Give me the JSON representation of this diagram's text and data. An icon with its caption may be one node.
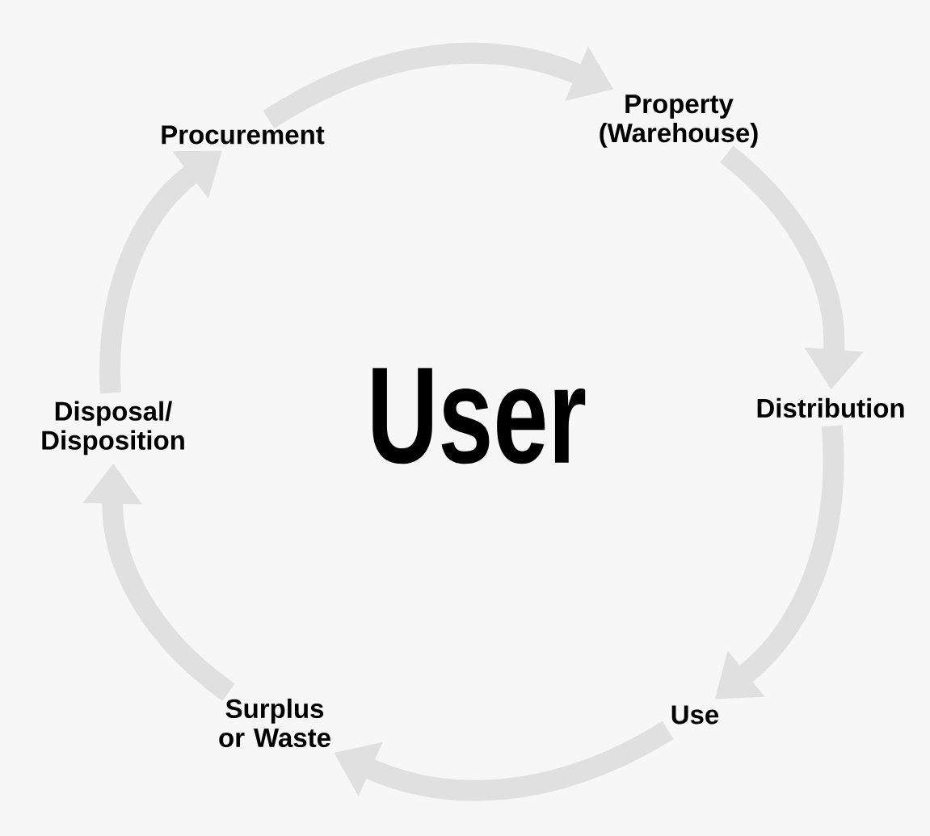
{
  "diagram": {
    "nodes": [
      {
        "text": [
          "Procurement"
        ]
      },
      {
        "text": [
          "Property (Warehouse)"
        ]
      },
      {
        "text": [
          "Distribution"
        ]
      },
      {
        "text": [
          "Use"
        ]
      },
      {
        "text": [
          "Surplus or Waste"
        ]
      },
      {
        "text": [
          "Disposal/ Disposition"
        ]
      }
    ],
    "edges": [
      {
        "from": 0,
        "to": 1,
        "arrow": "to"
      },
      {
        "from": 1,
        "to": 2,
        "arrow": "to"
      },
      {
        "from": 2,
        "to": 3,
        "arrow": "to"
      },
      {
        "from": 3,
        "to": 4,
        "arrow": "to"
      },
      {
        "from": 4,
        "to": 5,
        "arrow": "to"
      },
      {
        "from": 5,
        "to": 0,
        "arrow": "to"
      }
    ],
    "labels": [
      "User"
    ]
  }
}
